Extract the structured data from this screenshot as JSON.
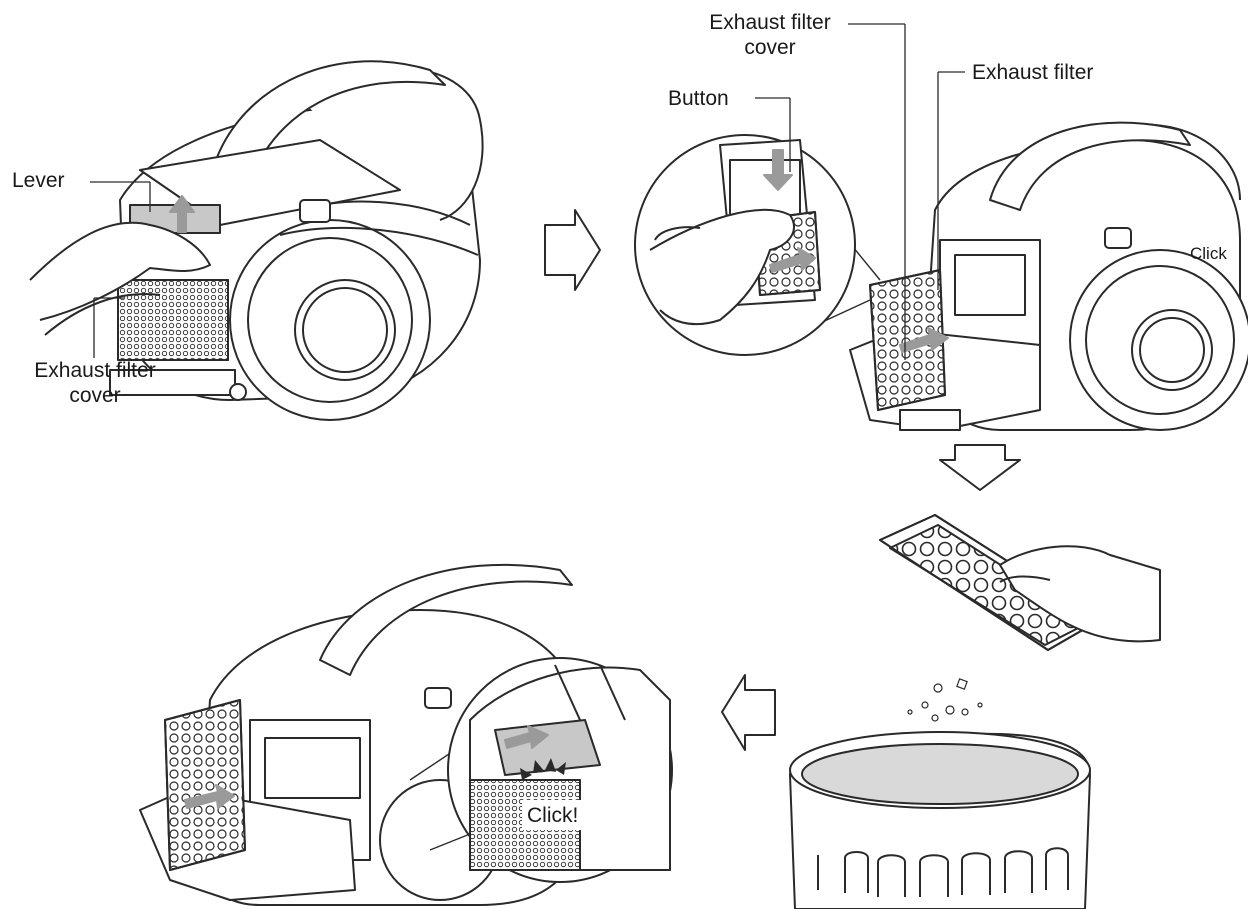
{
  "colors": {
    "line": "#2a2a2a",
    "fill": "#ffffff",
    "grey": "#9a9a9a",
    "light_grey": "#c8c8c8"
  },
  "steps": {
    "step1": {
      "lever_label": "Lever",
      "cover_label_line1": "Exhaust filter",
      "cover_label_line2": "cover"
    },
    "step2": {
      "cover_label_line1": "Exhaust filter",
      "cover_label_line2": "cover",
      "button_label": "Button",
      "filter_label": "Exhaust filter",
      "click_label": "Click"
    },
    "step4": {
      "click_label": "Click!"
    }
  },
  "icons": {
    "arrow_right": "arrow-right-icon",
    "arrow_down": "arrow-down-icon",
    "arrow_left": "arrow-left-icon"
  }
}
